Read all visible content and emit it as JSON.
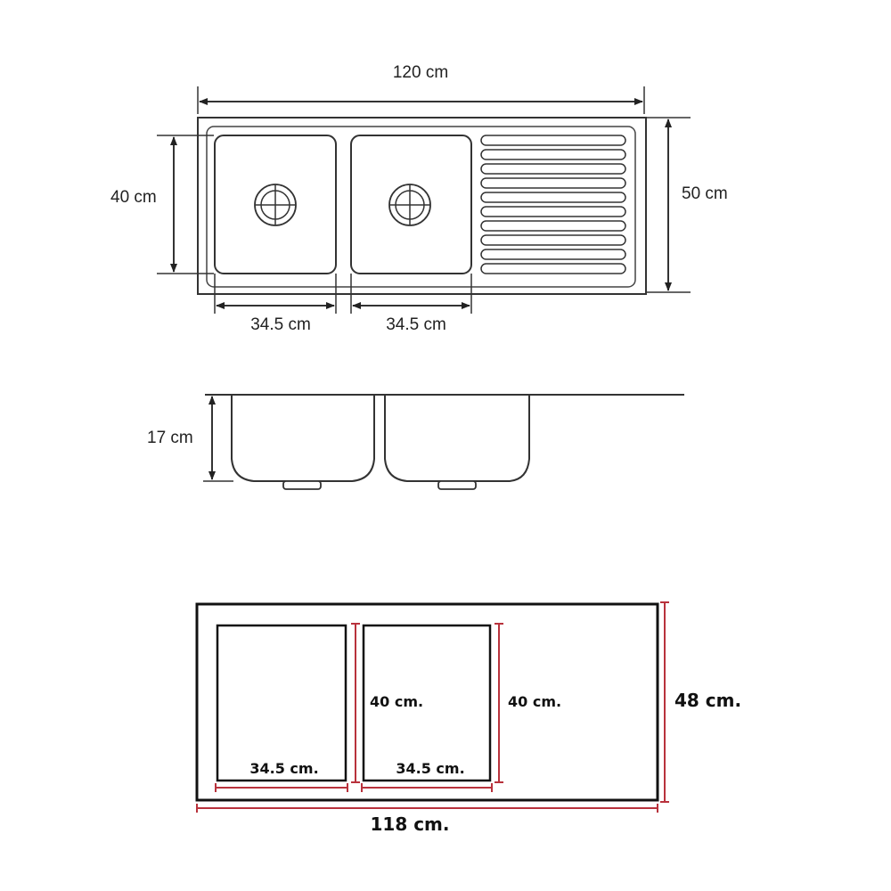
{
  "top_view": {
    "overall_width": "120 cm",
    "overall_depth": "50 cm",
    "bowl_depth": "40 cm",
    "bowl_left_width": "34.5 cm",
    "bowl_right_width": "34.5 cm"
  },
  "side_view": {
    "bowl_height": "17 cm"
  },
  "cutout_view": {
    "overall_width": "118 cm.",
    "overall_depth": "48 cm.",
    "left_cutout_width": "34.5 cm.",
    "right_cutout_width": "34.5 cm.",
    "left_cutout_depth": "40 cm.",
    "right_cutout_depth": "40 cm."
  },
  "colors": {
    "outline": "#333333",
    "cutout_dimension": "#b8323c"
  }
}
